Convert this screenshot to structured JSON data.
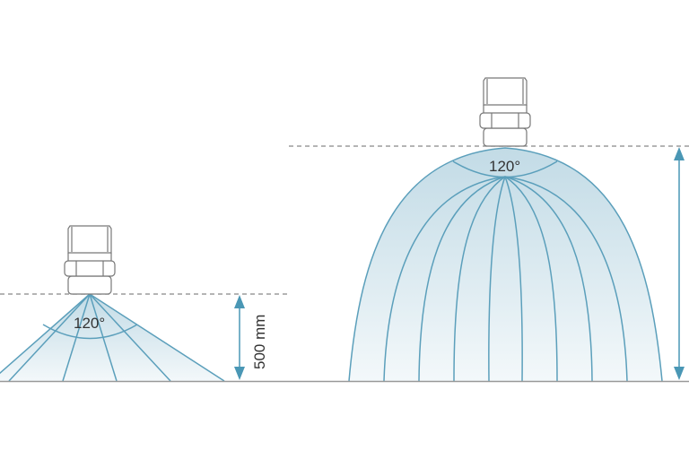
{
  "colors": {
    "spray": "#5b9fbb",
    "fill": "#c9e0ea",
    "nozzle": "#777777",
    "guide": "#888888"
  },
  "left_nozzle": {
    "angle_label": "120°",
    "height_label": "500 mm"
  },
  "right_nozzle": {
    "angle_label": "120°"
  }
}
